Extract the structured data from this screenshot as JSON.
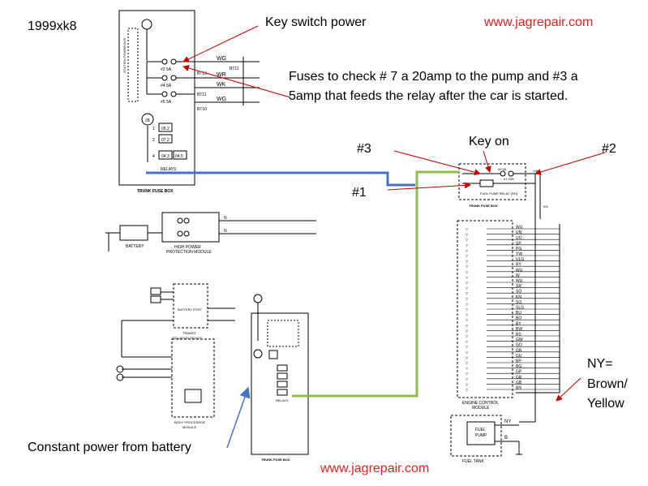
{
  "callouts": {
    "model": "1999xk8",
    "key_switch_power": "Key switch power",
    "url_top": "www.jagrepair.com",
    "fuses_line1": "Fuses to check # 7 a 20amp to the pump and #3 a",
    "fuses_line2": "5amp that feeds the relay after the car is started.",
    "key_on": "Key on",
    "label_3": "#3",
    "label_2": "#2",
    "label_1": "#1",
    "ny_line1": "NY=",
    "ny_line2": "Brown/",
    "ny_line3": "Yellow",
    "constant_power": "Constant power from battery",
    "url_bottom": "www.jagrepair.com"
  },
  "schematic": {
    "top_box_title": "TRUNK FUSE BOX",
    "top_box_side": "IGNITION POWER BUS",
    "fuse_a": "#2 5A",
    "fuse_b": "#4 5A",
    "fuse_c": "#5 5A",
    "wire_wg": "WG",
    "wire_wr": "WR",
    "wire_wk": "WK",
    "wire_wg2": "WG",
    "bt_1": "BT11",
    "bt_2": "BT13",
    "bt_3": "BT11",
    "bt_4": "BT10",
    "relay_num": "28",
    "relay_1": "1",
    "relay_2": "2",
    "relay_4": "4",
    "relay_09": "09.2",
    "relay_07": "07.2",
    "relay_043": "04.3",
    "relay_045": "04.5",
    "relays": "RELAYS",
    "battery": "BATTERY",
    "hp_module": "HIGH POWER",
    "hp_module2": "PROTECTION MODULE",
    "battery_post": "BATTERY POST",
    "transit": "TRANSIT",
    "isolation": "ISOLATION DEVICE",
    "body_module": "BODY PROCESSOR",
    "body_module2": "MODULE",
    "ecm": "ENGINE CONTROL",
    "ecm2": "MODULE",
    "fuel_pump": "FUEL",
    "fuel_pump2": "PUMP",
    "fuel_tank": "FUEL TANK",
    "pump_relay": "FUEL PUMP RELAY (RH)",
    "fuse7": "#7 20A",
    "fuse3": "#3 5A",
    "trunk_fuse_box_right": "TRUNK FUSE BOX",
    "trunk_fuse_box_mid": "TRUNK FUSE BOX",
    "kn": "KN",
    "ny": "NY",
    "b": "B",
    "n": "N",
    "ecm_wires": [
      "WU",
      "UN",
      "UO",
      "SP",
      "PG",
      "YW",
      "ULG",
      "RY",
      "WU",
      "W",
      "WU",
      "SR",
      "SO",
      "KN",
      "SO",
      "SLG",
      "BU",
      "BO",
      "BY",
      "BW",
      "BS",
      "GW",
      "GO",
      "GR",
      "GU",
      "BP",
      "BG",
      "GP",
      "GB",
      "GB",
      "BN"
    ]
  }
}
